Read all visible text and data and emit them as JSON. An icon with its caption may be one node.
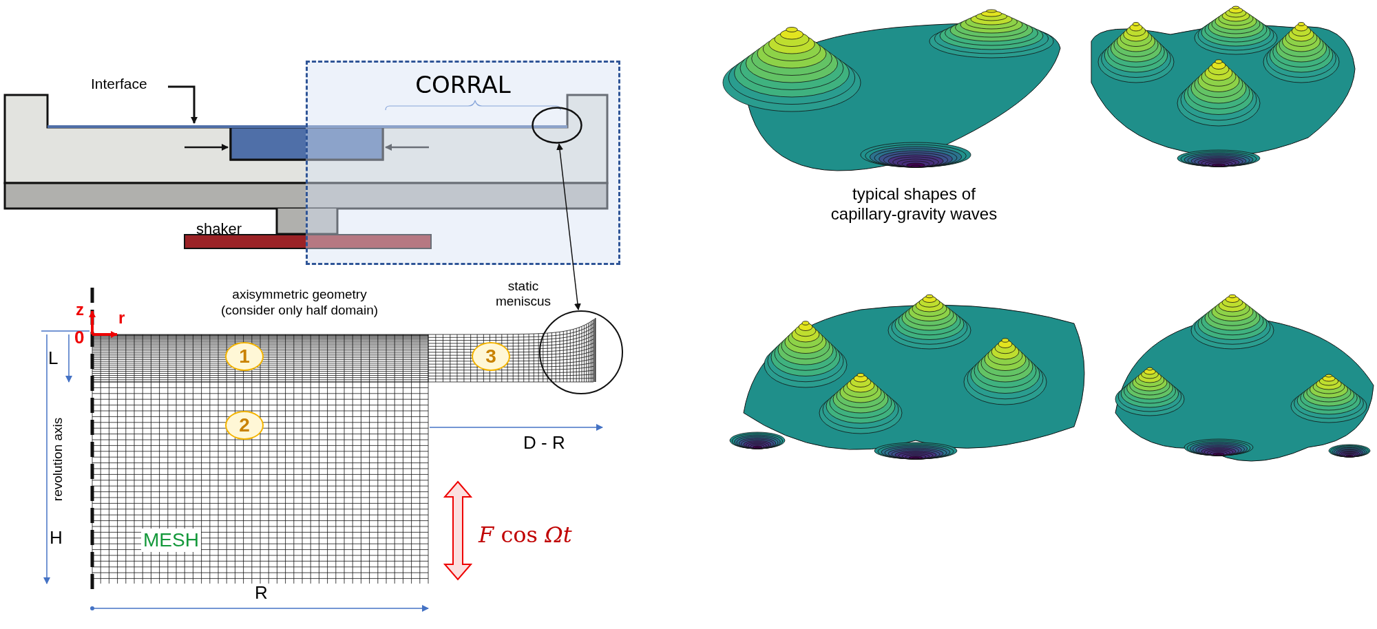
{
  "diagram": {
    "nodes": [
      {
        "text": [
          "Interface"
        ]
      },
      {
        "text": [],
        "shape": "bar"
      },
      {
        "text": [
          "CORRAL"
        ]
      },
      {
        "text": [],
        "shape": "circle",
        "in": 2
      },
      {
        "text": [
          "static meniscus"
        ]
      },
      {
        "text": [
          "1"
        ]
      },
      {
        "text": [
          "2"
        ]
      },
      {
        "text": [
          "3"
        ]
      }
    ],
    "edges": [
      {
        "from": 0,
        "to": 1,
        "arrow": "to"
      },
      {
        "from": 3,
        "to": 4,
        "arrow": "both"
      }
    ],
    "labels": [
      "shaker",
      "axisymmetric geometry (consider only half domain)",
      "z",
      "r",
      "0",
      "L",
      "revolution axis",
      "D - R",
      "H",
      "MESH",
      "*F* cos *Ωt*",
      "R",
      "typical shapes of capillary-gravity waves"
    ]
  }
}
